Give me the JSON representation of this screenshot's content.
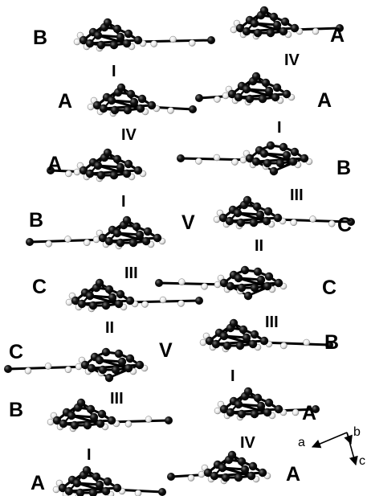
{
  "colors": {
    "atom_dark": "#111111",
    "atom_light": "#e8e8e8",
    "bond": "#000000",
    "background": "#ffffff"
  },
  "left_column": {
    "molecule_labels": [
      "B",
      "A",
      "A",
      "B",
      "C",
      "C",
      "B",
      "A"
    ],
    "layer_labels": [
      "I",
      "IV",
      "I",
      "III",
      "II",
      "III",
      "I"
    ]
  },
  "right_column": {
    "molecule_labels": [
      "A",
      "A",
      "B",
      "C",
      "C",
      "B",
      "A",
      "A"
    ],
    "layer_labels": [
      "IV",
      "I",
      "III",
      "II",
      "III",
      "I",
      "IV"
    ]
  },
  "middle_labels": [
    "V",
    "V"
  ],
  "axes": {
    "labels": [
      "a",
      "b",
      "c"
    ]
  }
}
